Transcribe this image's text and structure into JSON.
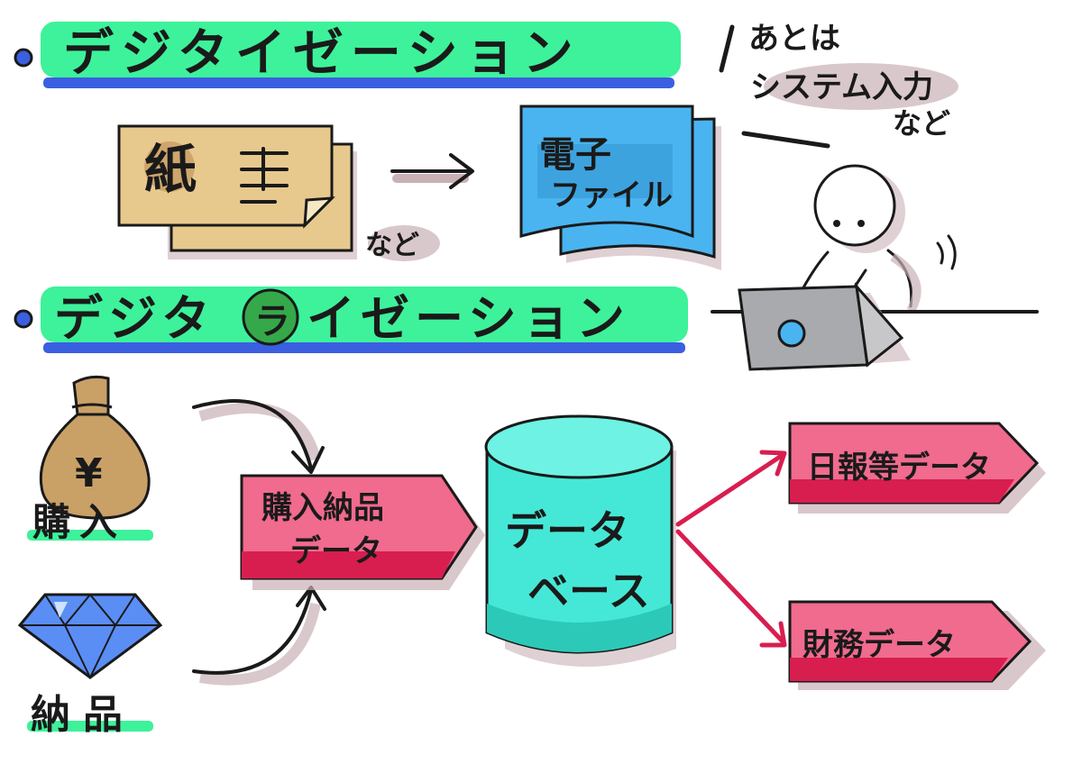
{
  "section1": {
    "title": "デジタイゼーション",
    "paper_label": "紙",
    "paper_suffix": "など",
    "file_label_1": "電子",
    "file_label_2": "ファイル",
    "note_line1": "あとは",
    "note_line2": "システム入力",
    "note_line3": "など"
  },
  "section2": {
    "title_part1": "デジタ",
    "title_circled": "ラ",
    "title_part2": "イゼーション",
    "purchase_label": "購入",
    "purchase_icon_symbol": "¥",
    "delivery_label": "納品",
    "input_data_line1": "購入納品",
    "input_data_line2": "データ",
    "database_line1": "データ",
    "database_line2": "ベース",
    "output1": "日報等データ",
    "output2": "財務データ"
  },
  "colors": {
    "highlight_green": "#3df29a",
    "underline_blue": "#3a5fe0",
    "paper": "#e8c98d",
    "file_blue": "#4ab4f0",
    "database": "#45e8d6",
    "arrow_pink": "#f06b8e",
    "arrow_red": "#d81e4f",
    "shadow": "#c9b0b5",
    "circle_green": "#35a84a"
  }
}
